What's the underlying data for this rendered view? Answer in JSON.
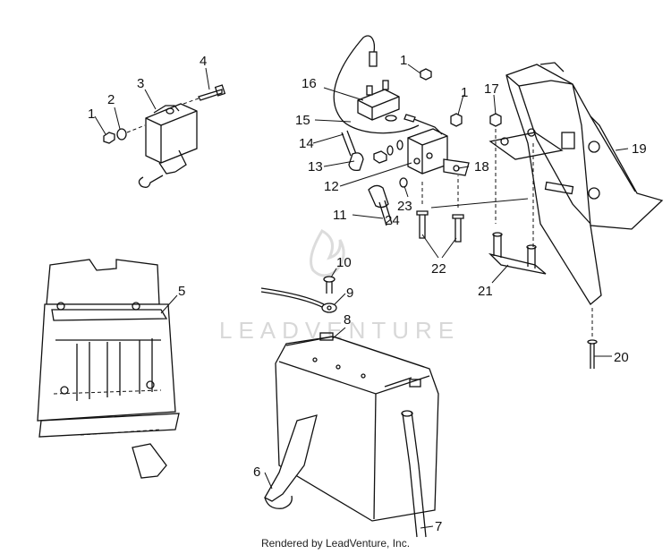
{
  "watermark": "LEADVENTURE",
  "footer": "Rendered by LeadVenture, Inc.",
  "callouts": {
    "c1a": "1",
    "c2": "2",
    "c3": "3",
    "c4": "4",
    "c1b": "1",
    "c1c": "1",
    "c16": "16",
    "c17": "17",
    "c15": "15",
    "c14": "14",
    "c13": "13",
    "c12": "12",
    "c18": "18",
    "c19": "19",
    "c23": "23",
    "c11": "11",
    "c24": "24",
    "c22": "22",
    "c21": "21",
    "c5": "5",
    "c10": "10",
    "c9": "9",
    "c8": "8",
    "c20": "20",
    "c6": "6",
    "c7": "7"
  }
}
